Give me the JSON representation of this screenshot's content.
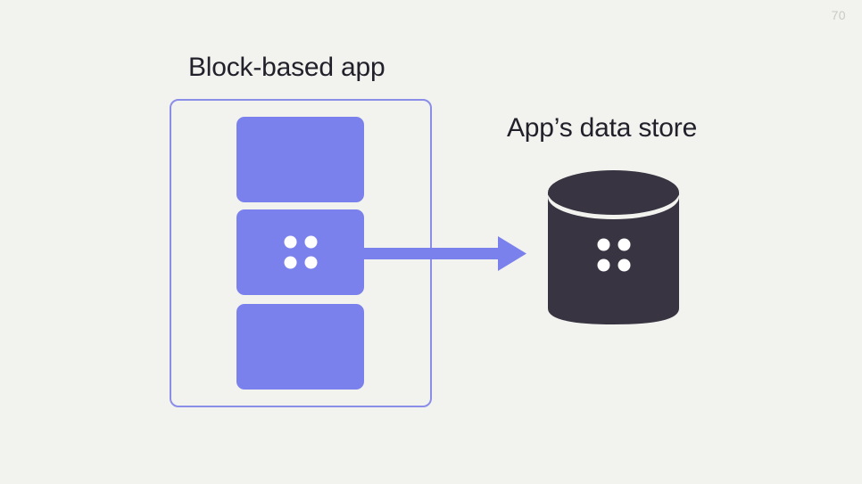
{
  "slide": {
    "page_number": "70",
    "background_color": "#f2f3ee"
  },
  "diagram": {
    "app": {
      "title": "Block-based app",
      "container_name": "block-based-app-container",
      "border_color": "#8a8ee8",
      "block_color": "#7b81ec",
      "blocks": [
        {
          "id": "block-top",
          "label": "",
          "has_data_dots": false
        },
        {
          "id": "block-middle",
          "label": "",
          "has_data_dots": true
        },
        {
          "id": "block-bottom",
          "label": "",
          "has_data_dots": false
        }
      ]
    },
    "connector": {
      "name": "data-flow-arrow",
      "direction": "right",
      "color": "#7b81ec"
    },
    "store": {
      "title": "App’s data store",
      "shape": "cylinder",
      "fill_color": "#393442",
      "dot_color": "#ffffff",
      "dot_count": 4
    }
  }
}
